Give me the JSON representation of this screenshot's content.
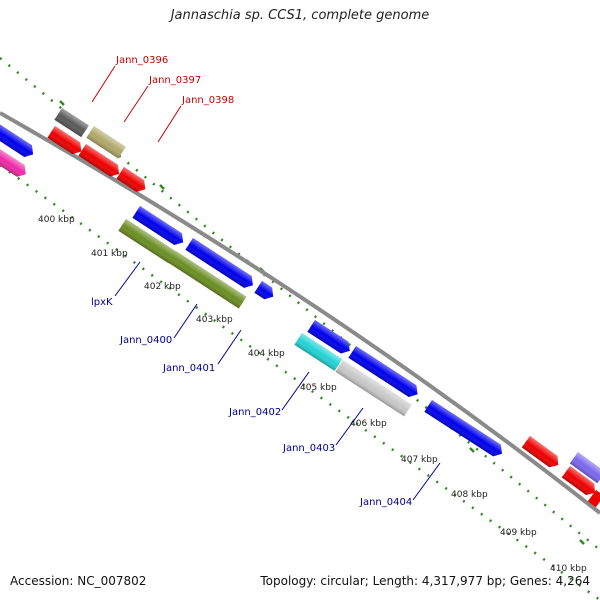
{
  "title": "Jannaschia sp. CCS1, complete genome",
  "footer": {
    "accession": "Accession: NC_007802",
    "summary": "Topology: circular; Length: 4,317,977 bp; Genes: 4,264"
  },
  "colors": {
    "backbone": "#909090",
    "tick": "#2e8b1e",
    "red_label": "#cc0000",
    "blue_label": "#00008b"
  },
  "scale_labels": [
    "400 kbp",
    "401 kbp",
    "402 kbp",
    "403 kbp",
    "404 kbp",
    "405 kbp",
    "406 kbp",
    "407 kbp",
    "408 kbp",
    "409 kbp",
    "410 kbp"
  ],
  "gene_labels_outer": [
    "Jann_0396",
    "Jann_0397",
    "Jann_0398"
  ],
  "gene_labels_inner": [
    "lpxK",
    "Jann_0400",
    "Jann_0401",
    "Jann_0402",
    "Jann_0403",
    "Jann_0404"
  ]
}
